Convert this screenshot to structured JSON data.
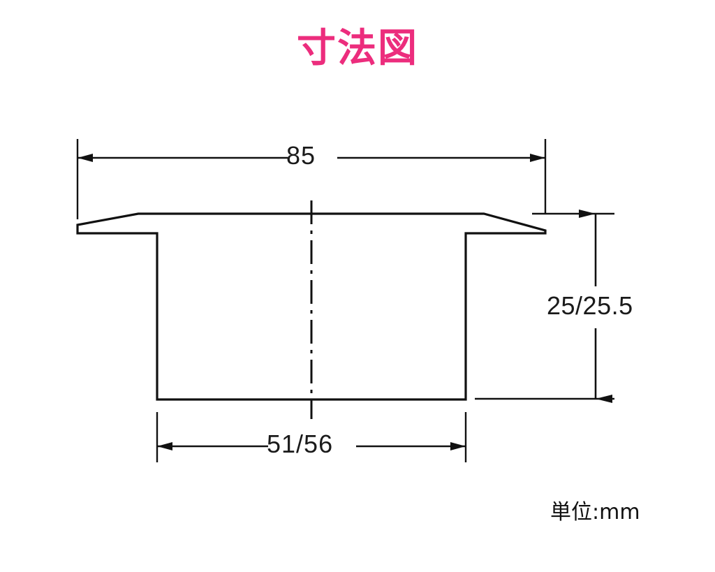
{
  "title": "寸法図",
  "title_color": "#ec2d7d",
  "line_color": "#111111",
  "background": "#ffffff",
  "unit_note": "単位:mm",
  "dimensions": {
    "top_width": "85",
    "bottom_width": "51/56",
    "height": "25/25.5"
  },
  "chart_data": {
    "type": "diagram",
    "title": "寸法図",
    "subtitle": "",
    "unit": "mm",
    "annotations": [
      {
        "name": "overall-flange-width",
        "value": "85",
        "orientation": "horizontal",
        "position": "top"
      },
      {
        "name": "body-width",
        "value": "51/56",
        "orientation": "horizontal",
        "position": "bottom"
      },
      {
        "name": "overall-height",
        "value": "25/25.5",
        "orientation": "vertical",
        "position": "right"
      }
    ],
    "part_description": "Cross-section of a flanged cylindrical fitting with a tapered flange lip",
    "values": [
      85,
      51,
      56,
      25,
      25.5
    ],
    "categories": [
      "85",
      "51/56",
      "25/25.5"
    ]
  }
}
